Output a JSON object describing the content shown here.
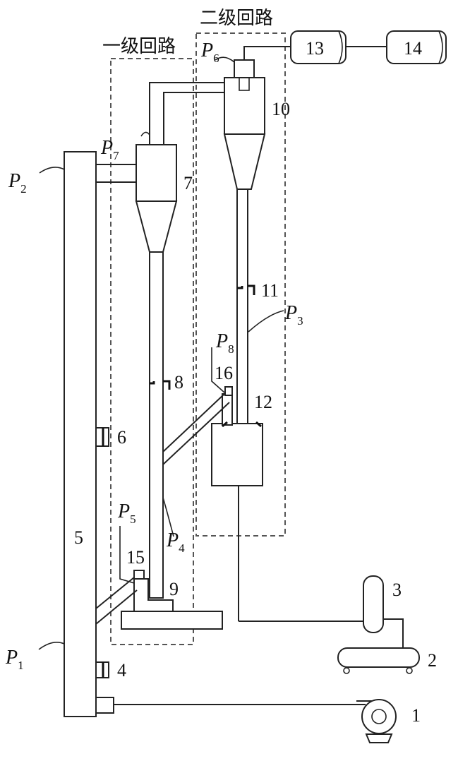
{
  "loops": {
    "primary": "一级回路",
    "secondary": "二级回路"
  },
  "components": {
    "c1": "1",
    "c2": "2",
    "c3": "3",
    "c4": "4",
    "c5": "5",
    "c6": "6",
    "c7": "7",
    "c8": "8",
    "c9": "9",
    "c10": "10",
    "c11": "11",
    "c12": "12",
    "c13": "13",
    "c14": "14",
    "c15": "15",
    "c16": "16"
  },
  "pressure_points": {
    "symbol": "P",
    "p1": "1",
    "p2": "2",
    "p3": "3",
    "p4": "4",
    "p5": "5",
    "p6": "6",
    "p7": "7",
    "p8": "8"
  }
}
